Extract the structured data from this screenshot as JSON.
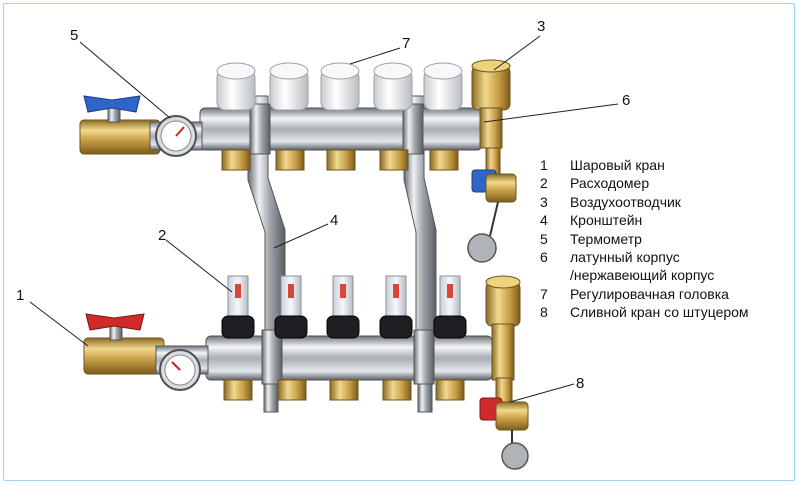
{
  "callouts": [
    {
      "number": "1"
    },
    {
      "number": "2"
    },
    {
      "number": "3"
    },
    {
      "number": "4"
    },
    {
      "number": "5"
    },
    {
      "number": "6"
    },
    {
      "number": "7"
    },
    {
      "number": "8"
    }
  ],
  "legend": [
    {
      "number": "1",
      "lines": [
        "Шаровый кран"
      ]
    },
    {
      "number": "2",
      "lines": [
        "Расходомер"
      ]
    },
    {
      "number": "3",
      "lines": [
        "Воздухоотводчик"
      ]
    },
    {
      "number": "4",
      "lines": [
        "Кронштейн"
      ]
    },
    {
      "number": "5",
      "lines": [
        "Термометр"
      ]
    },
    {
      "number": "6",
      "lines": [
        "латунный корпус",
        "/нержавеющий корпус"
      ]
    },
    {
      "number": "7",
      "lines": [
        "Регулировачная головка"
      ]
    },
    {
      "number": "8",
      "lines": [
        "Сливной кран со штуцером"
      ]
    }
  ],
  "colors": {
    "frame": "#9fd3ec",
    "valve_handle_supply": "#2f64c8",
    "valve_handle_return": "#d12a2a",
    "brass": "#c9a24a",
    "chrome": "#b8bcc2"
  }
}
